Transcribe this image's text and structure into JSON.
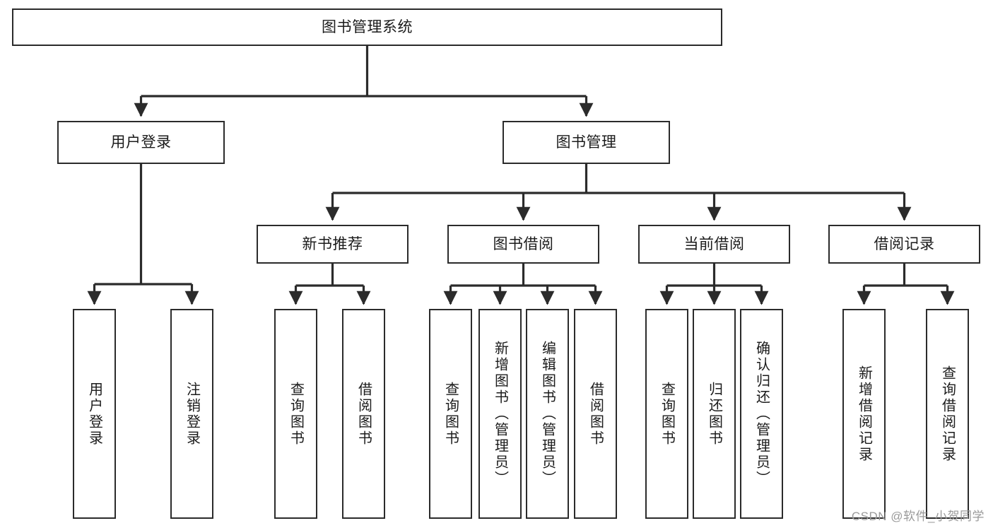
{
  "diagram": {
    "type": "tree-flowchart",
    "title": "图书管理系统",
    "background_color": "#ffffff",
    "line_color": "#2b2b2b",
    "box_fill": "#ffffff",
    "text_color": "#1b1b1b"
  },
  "root": {
    "label": "图书管理系统"
  },
  "level1": [
    {
      "label": "用户登录"
    },
    {
      "label": "图书管理"
    }
  ],
  "level2": [
    {
      "label": "新书推荐"
    },
    {
      "label": "图书借阅"
    },
    {
      "label": "当前借阅"
    },
    {
      "label": "借阅记录"
    }
  ],
  "leaves": {
    "user_login": [
      {
        "label": "用户登录"
      },
      {
        "label": "注销登录"
      }
    ],
    "new_book": [
      {
        "label": "查询图书"
      },
      {
        "label": "借阅图书"
      }
    ],
    "book_borrow": [
      {
        "label": "查询图书"
      },
      {
        "label": "新增图书（管理员）"
      },
      {
        "label": "编辑图书（管理员）"
      },
      {
        "label": "借阅图书"
      }
    ],
    "current_borrow": [
      {
        "label": "查询图书"
      },
      {
        "label": "归还图书"
      },
      {
        "label": "确认归还（管理员）"
      }
    ],
    "borrow_record": [
      {
        "label": "新增借阅记录"
      },
      {
        "label": "查询借阅记录"
      }
    ]
  },
  "watermark": {
    "text": "CSDN @软件_小贺同学"
  }
}
